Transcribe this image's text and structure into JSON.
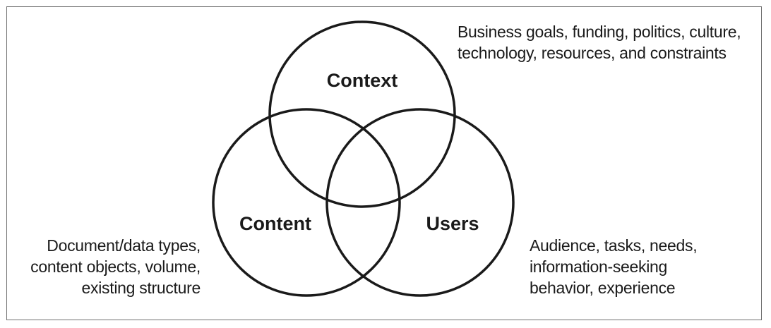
{
  "circles": {
    "context": {
      "label": "Context"
    },
    "content": {
      "label": "Content"
    },
    "users": {
      "label": "Users"
    }
  },
  "annotations": {
    "context": [
      "Business goals, funding, politics, culture,",
      "technology, resources, and constraints"
    ],
    "content": [
      "Document/data types,",
      "content objects, volume,",
      "existing structure"
    ],
    "users": [
      "Audience, tasks, needs,",
      "information-seeking",
      "behavior, experience"
    ]
  },
  "colors": {
    "stroke": "#1a1a1a",
    "border": "#6f6f6f",
    "background": "#ffffff"
  }
}
